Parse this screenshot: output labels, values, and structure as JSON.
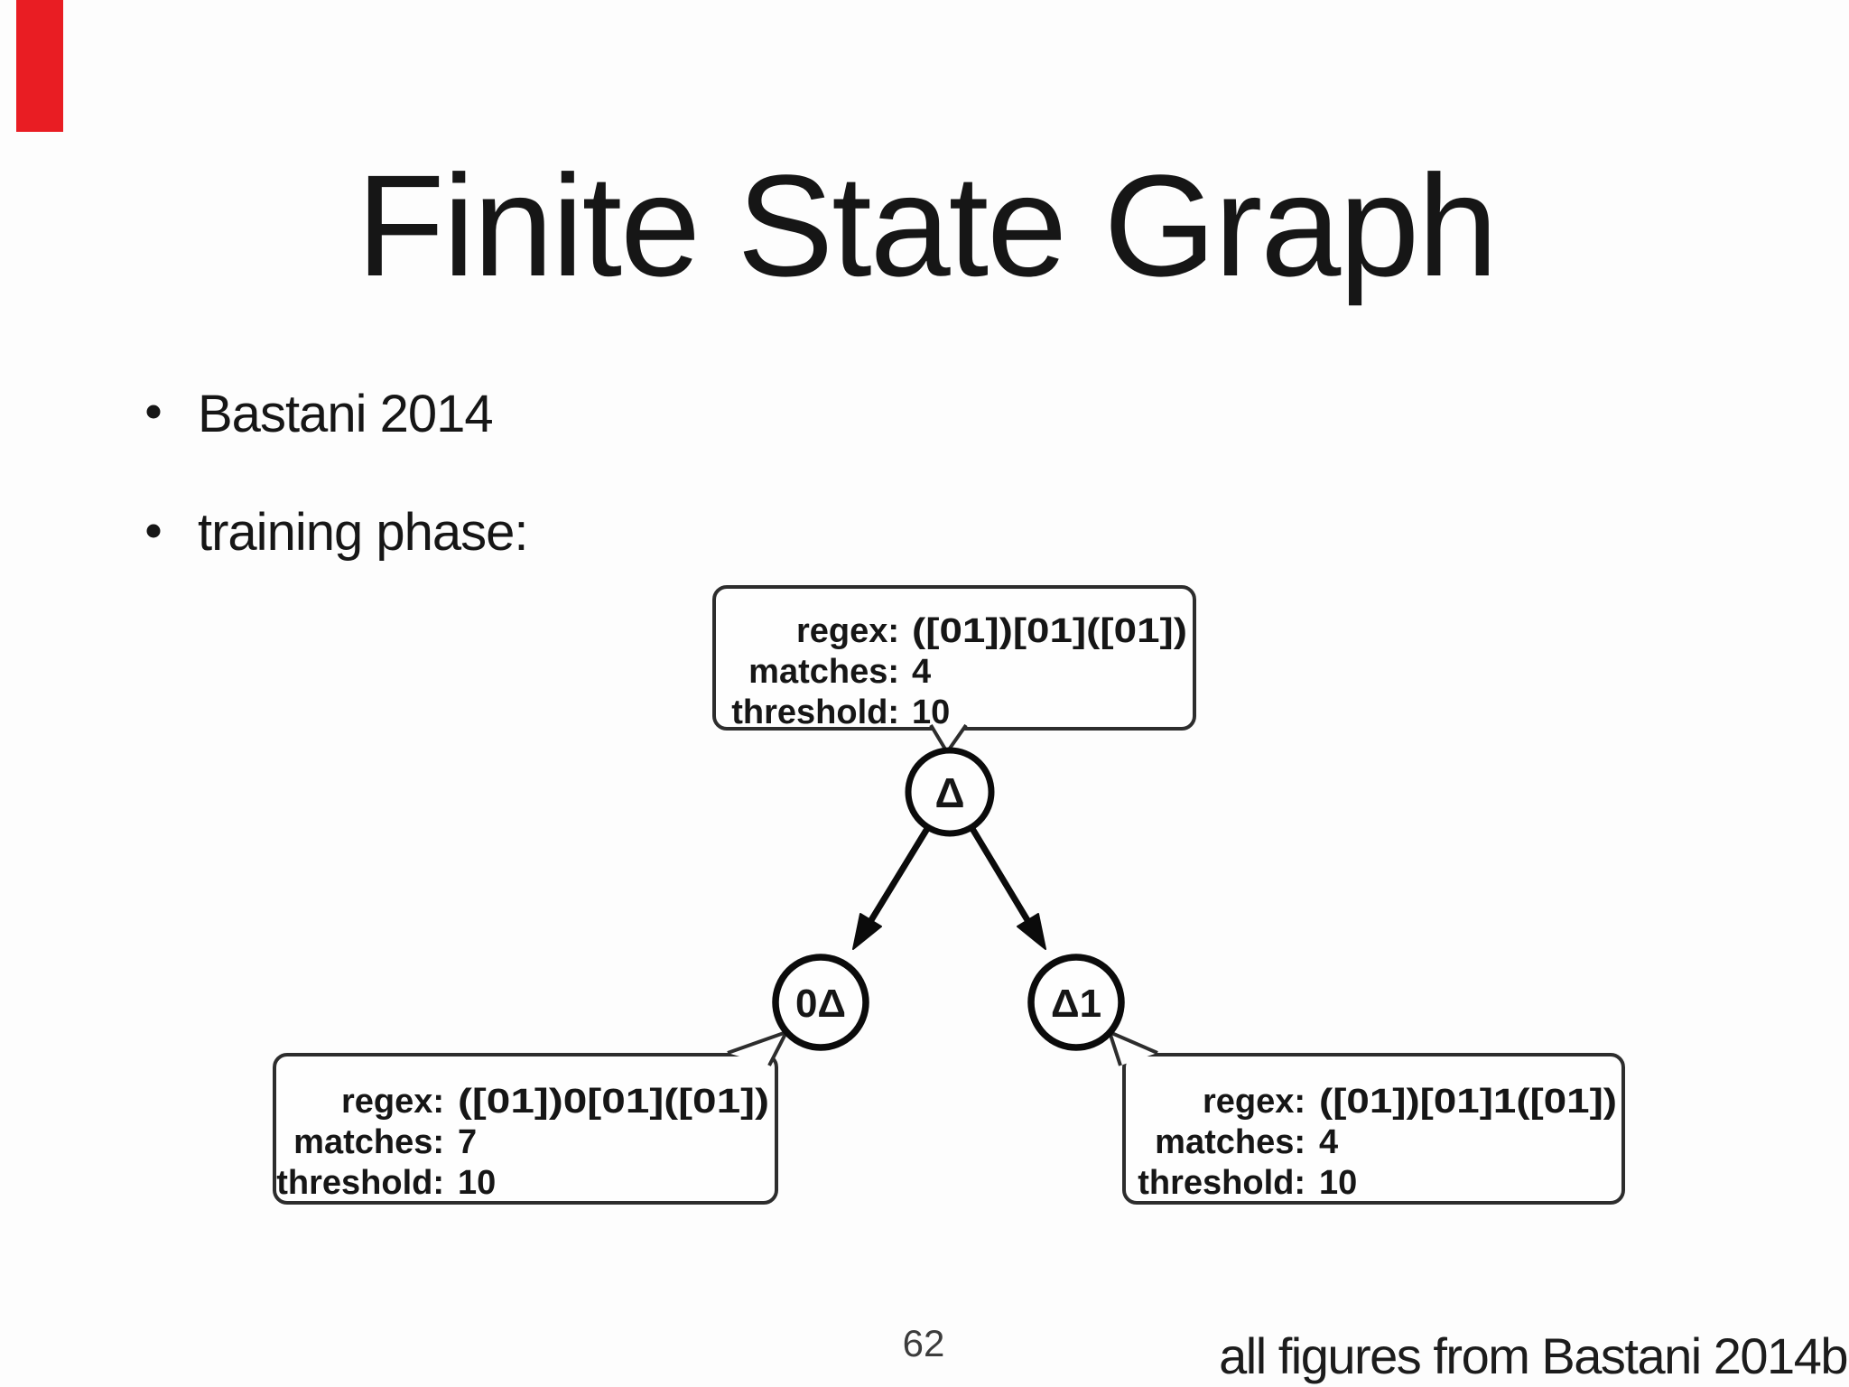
{
  "slide": {
    "title": "Finite State Graph",
    "bullets": [
      {
        "text": "Bastani 2014"
      },
      {
        "text": "training phase:"
      }
    ],
    "footer": {
      "page_number": "62",
      "credit": "all figures from Bastani 2014b"
    },
    "accent_marker_color": "#e91d23"
  },
  "diagram": {
    "type": "finite-state-tree",
    "root_node": {
      "label": "Δ"
    },
    "left_node": {
      "label": "0Δ"
    },
    "right_node": {
      "label": "Δ1"
    },
    "edges": [
      {
        "from": "Δ",
        "to": "0Δ"
      },
      {
        "from": "Δ",
        "to": "Δ1"
      }
    ],
    "callouts": {
      "root": {
        "rows": [
          {
            "label": "regex:",
            "value": "([01])[01]([01])"
          },
          {
            "label": "matches:",
            "value": "4"
          },
          {
            "label": "threshold:",
            "value": "10"
          }
        ]
      },
      "left": {
        "rows": [
          {
            "label": "regex:",
            "value": "([01])0[01]([01])"
          },
          {
            "label": "matches:",
            "value": "7"
          },
          {
            "label": "threshold:",
            "value": "10"
          }
        ]
      },
      "right": {
        "rows": [
          {
            "label": "regex:",
            "value": "([01])[01]1([01])"
          },
          {
            "label": "matches:",
            "value": "4"
          },
          {
            "label": "threshold:",
            "value": "10"
          }
        ]
      }
    }
  }
}
